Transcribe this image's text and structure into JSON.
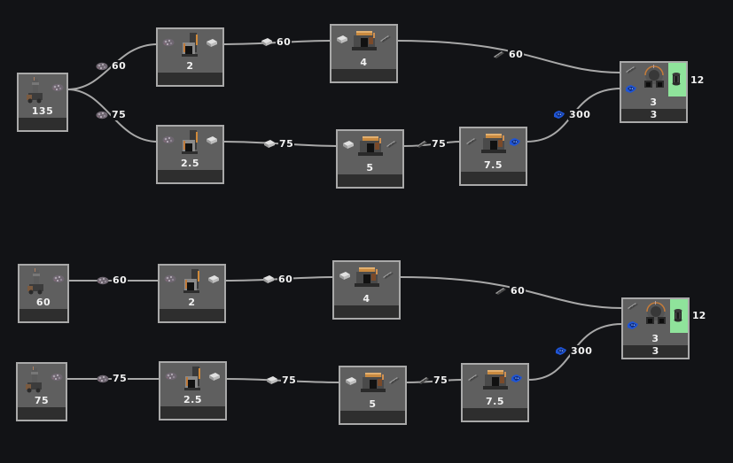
{
  "colors": {
    "background": "#121316",
    "node_fill": "#5f5f5f",
    "node_border": "#a9a9a9",
    "node_footer": "#2e2e2e",
    "edge": "#a8a8a8",
    "satisfied_output": "#8fe39b",
    "text": "#f2f2f2"
  },
  "graph_top": {
    "nodes": {
      "miner": {
        "building_icon": "mining-drill-icon",
        "output_icon": "iron-ore-icon",
        "count": "135"
      },
      "furnace_a": {
        "building_icon": "furnace-icon",
        "input_icon": "iron-ore-icon",
        "output_icon": "iron-plate-icon",
        "count": "2"
      },
      "furnace_b": {
        "building_icon": "furnace-icon",
        "input_icon": "iron-ore-icon",
        "output_icon": "iron-plate-icon",
        "count": "2.5"
      },
      "assembler_a": {
        "building_icon": "assembler-icon",
        "input_icon": "iron-plate-icon",
        "output_icon": "iron-stick-icon",
        "count": "4"
      },
      "assembler_b": {
        "building_icon": "assembler-icon",
        "input_icon": "iron-plate-icon",
        "output_icon": "iron-stick-icon",
        "count": "5"
      },
      "assembler_c": {
        "building_icon": "assembler-icon",
        "input_icon": "iron-stick-icon",
        "output_icon": "circuit-icon",
        "count": "7.5"
      },
      "final": {
        "building_icon": "advanced-assembler-icon",
        "input_icons": [
          "iron-stick-icon",
          "circuit-icon"
        ],
        "output_icon": "product-icon",
        "count": "3",
        "footer": "3",
        "output_rate": "12"
      }
    },
    "edges": [
      {
        "item_icon": "iron-ore-icon",
        "rate": "60"
      },
      {
        "item_icon": "iron-ore-icon",
        "rate": "75"
      },
      {
        "item_icon": "iron-plate-icon",
        "rate": "60"
      },
      {
        "item_icon": "iron-plate-icon",
        "rate": "75"
      },
      {
        "item_icon": "iron-stick-icon",
        "rate": "60"
      },
      {
        "item_icon": "iron-stick-icon",
        "rate": "75"
      },
      {
        "item_icon": "circuit-icon",
        "rate": "300"
      }
    ]
  },
  "graph_bottom": {
    "nodes": {
      "miner_a": {
        "building_icon": "mining-drill-icon",
        "output_icon": "iron-ore-icon",
        "count": "60"
      },
      "miner_b": {
        "building_icon": "mining-drill-icon",
        "output_icon": "iron-ore-icon",
        "count": "75"
      },
      "furnace_a": {
        "building_icon": "furnace-icon",
        "input_icon": "iron-ore-icon",
        "output_icon": "iron-plate-icon",
        "count": "2"
      },
      "furnace_b": {
        "building_icon": "furnace-icon",
        "input_icon": "iron-ore-icon",
        "output_icon": "iron-plate-icon",
        "count": "2.5"
      },
      "assembler_a": {
        "building_icon": "assembler-icon",
        "input_icon": "iron-plate-icon",
        "output_icon": "iron-stick-icon",
        "count": "4"
      },
      "assembler_b": {
        "building_icon": "assembler-icon",
        "input_icon": "iron-plate-icon",
        "output_icon": "iron-stick-icon",
        "count": "5"
      },
      "assembler_c": {
        "building_icon": "assembler-icon",
        "input_icon": "iron-stick-icon",
        "output_icon": "circuit-icon",
        "count": "7.5"
      },
      "final": {
        "building_icon": "advanced-assembler-icon",
        "input_icons": [
          "iron-stick-icon",
          "circuit-icon"
        ],
        "output_icon": "product-icon",
        "count": "3",
        "footer": "3",
        "output_rate": "12"
      }
    },
    "edges": [
      {
        "item_icon": "iron-ore-icon",
        "rate": "60"
      },
      {
        "item_icon": "iron-ore-icon",
        "rate": "75"
      },
      {
        "item_icon": "iron-plate-icon",
        "rate": "60"
      },
      {
        "item_icon": "iron-plate-icon",
        "rate": "75"
      },
      {
        "item_icon": "iron-stick-icon",
        "rate": "60"
      },
      {
        "item_icon": "iron-stick-icon",
        "rate": "75"
      },
      {
        "item_icon": "circuit-icon",
        "rate": "300"
      }
    ]
  }
}
